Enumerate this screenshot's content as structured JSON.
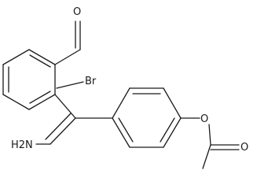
{
  "molecule": {
    "atoms": {
      "aldehyde_oxygen": "O",
      "bromine": "Br",
      "hydrazone_nh2": "H2N",
      "ester_oxygen": "O",
      "carbonyl_oxygen": "O"
    },
    "colors": {
      "bond": "#1a1a1a",
      "text": "#1a1a1a",
      "background": "#ffffff"
    }
  }
}
